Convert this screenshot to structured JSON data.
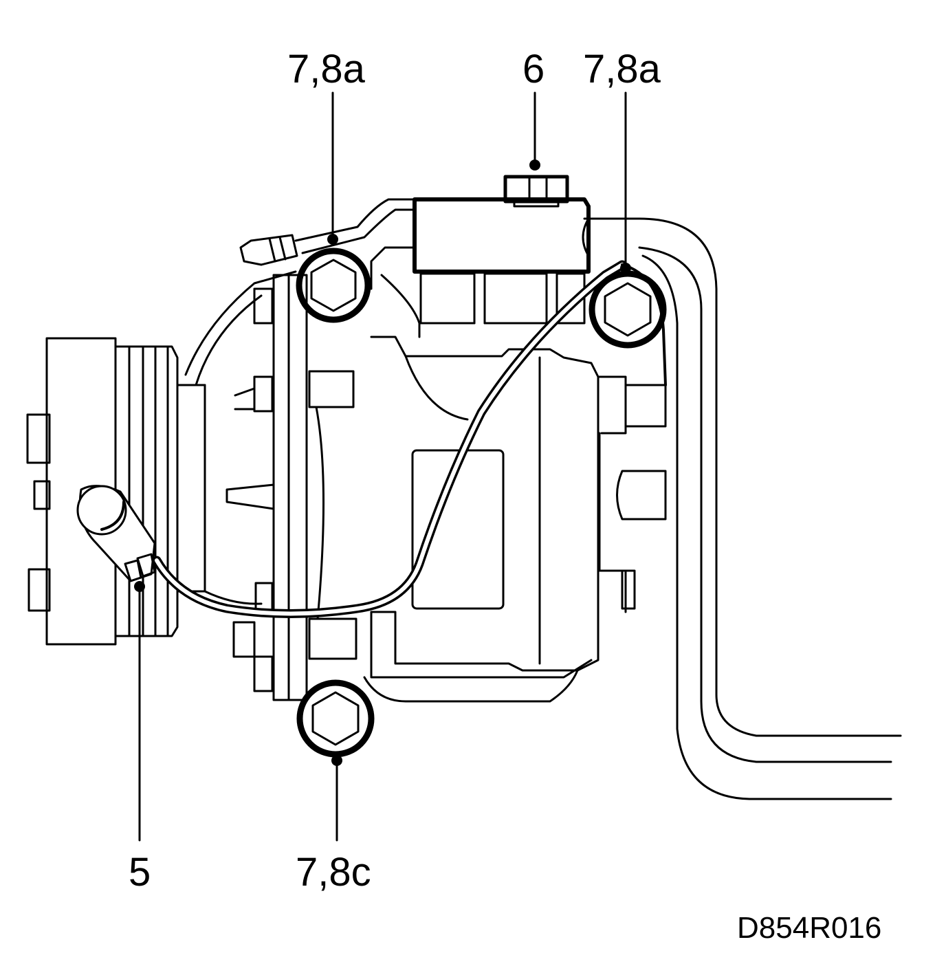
{
  "callouts": {
    "bolt_top_left": "7,8a",
    "fitting_top": "6",
    "bolt_top_right": "7,8a",
    "connector": "5",
    "bolt_bottom": "7,8c"
  },
  "figure_id": "D854R016",
  "colors": {
    "line": "#000000",
    "background": "#ffffff"
  }
}
